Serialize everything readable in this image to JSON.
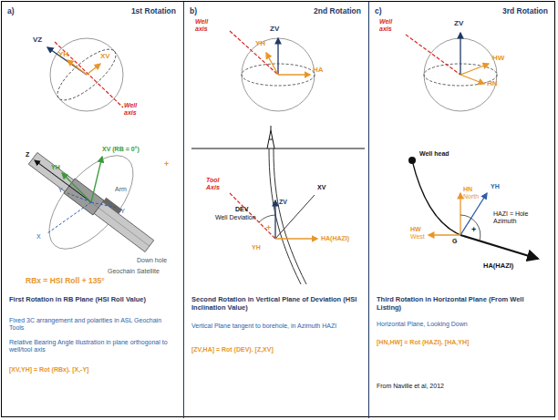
{
  "diagram": {
    "nodes": [
      {
        "text": [
          "a)",
          "1st Rotation",
          "First Rotation in RB Plane (HSI Roll Value)",
          "Fixed 3C arrangement and polarities in ASL Geochain Tools",
          "Relative Bearing Angle illustration in plane orthogonal to well/tool axis",
          "[XV,YH] = Rot (RBx). [X,-Y]"
        ]
      },
      {
        "text": [
          "b)",
          "2nd Rotation",
          "Second Rotation in Vertical Plane of Deviation (HSI Inclination Value)",
          "Vertical Plane tangent to borehole, in Azimuth HAZI",
          "[ZV,HA] = Rot (DEV). [Z,XV]"
        ]
      },
      {
        "text": [
          "c)",
          "3rd Rotation",
          "Third Rotation in Horizontal Plane (From Well Listing)",
          "Horizontal Plane, Looking Down",
          "[HN,HW] = Rot (HAZI). [HA,YH]",
          "From Naville et al, 2012"
        ]
      }
    ],
    "labels": [
      "VZ",
      "YH",
      "XV",
      "Well axis",
      "Z",
      "XV (RB = 0°)",
      "YH",
      "Y",
      "-Y",
      "X",
      "Arm",
      "+",
      "Down hole",
      "Geochain Satellite",
      "RBx = HSI Roll + 135°",
      "Well axis",
      "ZV",
      "YH",
      "HA",
      "Tool Axis",
      "ZV",
      "XV",
      "DEV",
      "Well Deviation",
      "+",
      "HA(HAZI)",
      "YH",
      "Well axis",
      "ZV",
      "HW",
      "HN",
      "Well head",
      "HN",
      "North",
      "YH",
      "HW",
      "West",
      "+",
      "HAZI = Hole Azimuth",
      "G",
      "HA(HAZI)"
    ]
  }
}
